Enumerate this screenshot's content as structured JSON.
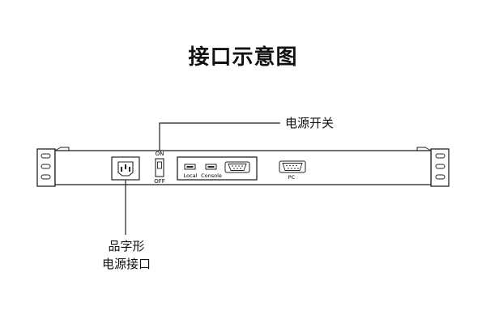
{
  "title": "接口示意图",
  "callouts": {
    "power_switch": "电源开关",
    "power_inlet_line1": "品字形",
    "power_inlet_line2": "电源接口"
  },
  "panel": {
    "switch_on": "ON",
    "switch_off": "OFF",
    "usb_local": "Local",
    "usb_console": "Console",
    "pc_port": "PC"
  }
}
